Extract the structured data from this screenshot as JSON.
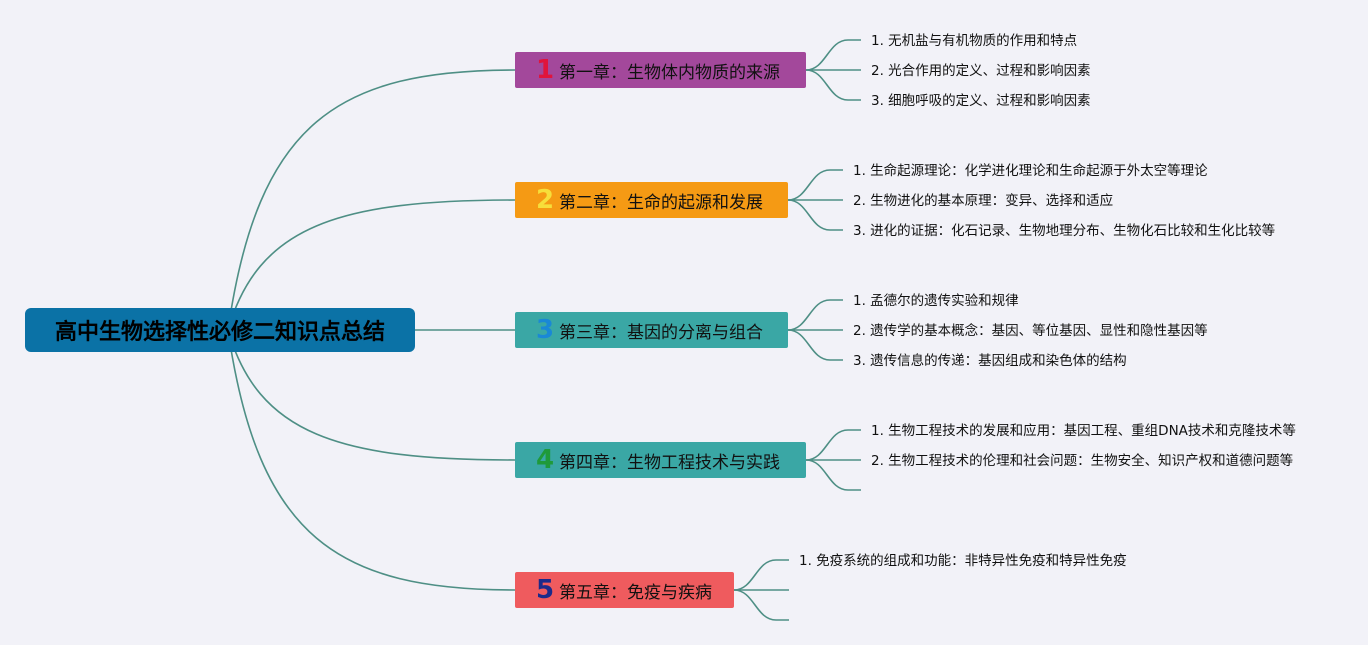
{
  "root": {
    "title": "高中生物选择性必修二知识点总结"
  },
  "style": {
    "line_color": "#4e8f85",
    "background": "#f2f2f8",
    "root_color": "#0b72a6"
  },
  "chapters": [
    {
      "number": "1",
      "title": "第一章：生物体内物质的来源",
      "color": "#a3489b",
      "number_color": "#e0143c",
      "items": [
        "1. 无机盐与有机物质的作用和特点",
        "2. 光合作用的定义、过程和影响因素",
        "3. 细胞呼吸的定义、过程和影响因素"
      ]
    },
    {
      "number": "2",
      "title": "第二章：生命的起源和发展",
      "color": "#f59a14",
      "number_color": "#f7de3a",
      "items": [
        "1. 生命起源理论：化学进化理论和生命起源于外太空等理论",
        "2. 生物进化的基本原理：变异、选择和适应",
        "3. 进化的证据：化石记录、生物地理分布、生物化石比较和生化比较等"
      ]
    },
    {
      "number": "3",
      "title": "第三章：基因的分离与组合",
      "color": "#3aa7a5",
      "number_color": "#1a88d6",
      "items": [
        "1. 孟德尔的遗传实验和规律",
        "2. 遗传学的基本概念：基因、等位基因、显性和隐性基因等",
        "3. 遗传信息的传递：基因组成和染色体的结构"
      ]
    },
    {
      "number": "4",
      "title": "第四章：生物工程技术与实践",
      "color": "#3aa7a5",
      "number_color": "#1f9a3a",
      "items": [
        "1. 生物工程技术的发展和应用：基因工程、重组DNA技术和克隆技术等",
        "2. 生物工程技术的伦理和社会问题：生物安全、知识产权和道德问题等",
        ""
      ]
    },
    {
      "number": "5",
      "title": "第五章：免疫与疾病",
      "color": "#ef5b5e",
      "number_color": "#1b2a8a",
      "items": [
        "1. 免疫系统的组成和功能：非特异性免疫和特异性免疫",
        "",
        ""
      ]
    }
  ]
}
